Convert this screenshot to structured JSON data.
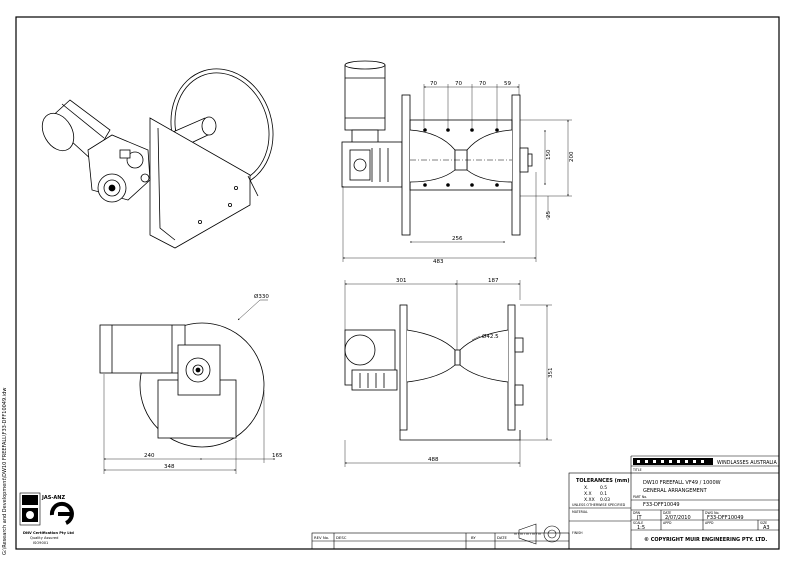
{
  "side_text": "G:\\Research and Development\\DW10 FREEFALL\\F33-DFF10049.idw",
  "certification": {
    "badge": "JAS-ANZ",
    "line1": "DNV Certification Pty Ltd",
    "line2": "Quality Assured",
    "line3": "ISO9001"
  },
  "dimensions": {
    "top_spacing": [
      "70",
      "70",
      "70",
      "59"
    ],
    "height_150": "150",
    "height_200": "200",
    "height_25": "25",
    "width_256": "256",
    "width_483": "483",
    "front_301": "301",
    "front_187": "187",
    "dia_42_5": "Ø42.5",
    "height_351": "351",
    "width_488": "488",
    "drum_dia": "Ø330",
    "side_240": "240",
    "side_165": "165",
    "side_348": "348"
  },
  "title_block": {
    "company": "WINDLASSES AUSTRALIA",
    "title_label": "TITLE",
    "title_line1": "DW10 FREEFALL VF49 / 1000W",
    "title_line2": "GENERAL ARRANGEMENT",
    "part_no_label": "PART No.",
    "part_no": "F33-DFF10049",
    "tolerances_title": "TOLERANCES (mm)",
    "tolerances": [
      {
        "k": "X.",
        "v": "0.5"
      },
      {
        "k": "X.X",
        "v": "0.1"
      },
      {
        "k": "X.XX",
        "v": "0.03"
      }
    ],
    "unless": "UNLESS OTHERWISE SPECIFIED",
    "material_label": "MATERIAL",
    "finish_label": "FINISH",
    "drn_label": "DRN",
    "drn": "JT",
    "date_label": "DATE",
    "date": "2/07/2010",
    "dwg_label": "DWG No.",
    "dwg": "F33-DFF10049",
    "scale_label": "SCALE",
    "scale": "1:5",
    "appd_label": "APPD",
    "appd2_label": "APPD",
    "size_label": "SIZE",
    "size": "A3",
    "copyright": "© COPYRIGHT MUIR ENGINEERING PTY. LTD."
  },
  "revision_block": {
    "rev_label": "REV No.",
    "desc_label": "DESC",
    "by_label": "BY",
    "date_label": "DATE"
  }
}
